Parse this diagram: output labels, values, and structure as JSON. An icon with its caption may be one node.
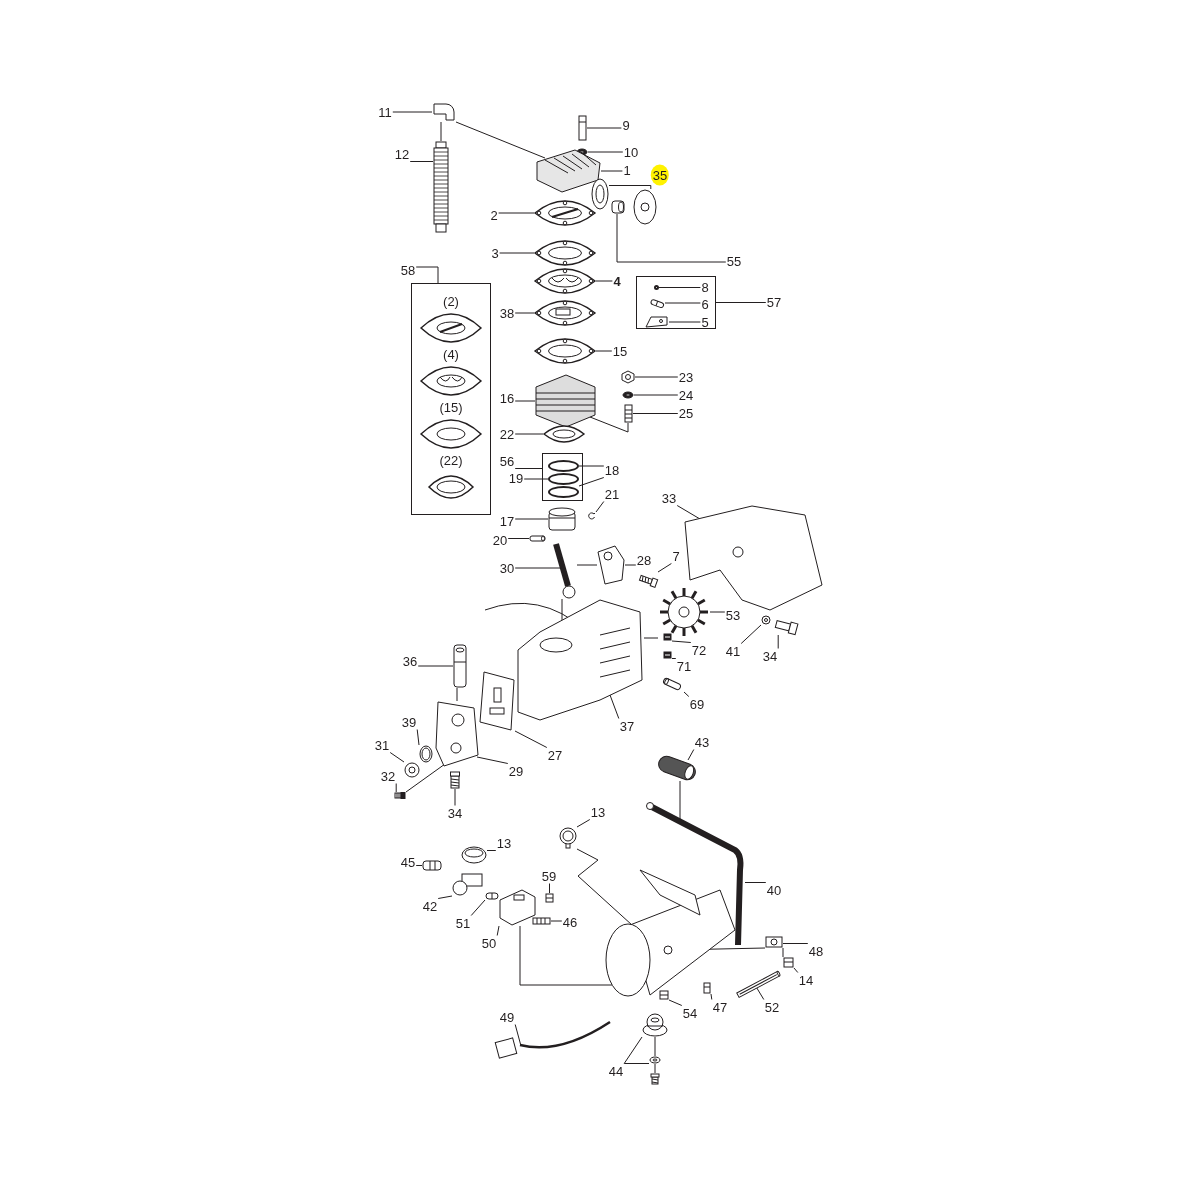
{
  "diagram": {
    "nodes": [
      {
        "text": [
          "11"
        ]
      },
      {
        "text": [
          "12"
        ]
      },
      {
        "text": [
          "9"
        ]
      },
      {
        "text": [
          "10"
        ]
      },
      {
        "text": [
          "1"
        ]
      },
      {
        "text": [
          "35"
        ]
      },
      {
        "text": [
          "2"
        ]
      },
      {
        "text": [
          "3"
        ]
      },
      {
        "text": [
          "4"
        ]
      },
      {
        "text": [
          "55"
        ]
      },
      {
        "text": [
          "58"
        ]
      },
      {
        "text": [
          "(2)",
          "(4)",
          "(15)",
          "(22)"
        ]
      },
      {
        "text": [
          "38"
        ]
      },
      {
        "text": [],
        "shape": "box"
      },
      {
        "text": [
          "8"
        ],
        "in": 13
      },
      {
        "text": [
          "6"
        ],
        "in": 13
      },
      {
        "text": [
          "5"
        ],
        "in": 13
      },
      {
        "text": [
          "57"
        ]
      },
      {
        "text": [
          "15"
        ]
      },
      {
        "text": [
          "23"
        ]
      },
      {
        "text": [
          "24"
        ]
      },
      {
        "text": [
          "25"
        ]
      },
      {
        "text": [
          "16"
        ]
      },
      {
        "text": [
          "22"
        ]
      },
      {
        "text": [
          "56"
        ]
      },
      {
        "text": [],
        "shape": "box"
      },
      {
        "text": [
          "19"
        ]
      },
      {
        "text": [
          "18"
        ]
      },
      {
        "text": [
          "21"
        ]
      },
      {
        "text": [
          "17"
        ]
      },
      {
        "text": [
          "20"
        ]
      },
      {
        "text": [
          "30"
        ]
      },
      {
        "text": [
          "28"
        ]
      },
      {
        "text": [
          "7"
        ]
      },
      {
        "text": [
          "33"
        ]
      },
      {
        "text": [
          "53"
        ]
      },
      {
        "text": [
          "72"
        ]
      },
      {
        "text": [
          "71"
        ]
      },
      {
        "text": [
          "69"
        ]
      },
      {
        "text": [
          "41"
        ]
      },
      {
        "text": [
          "34"
        ]
      },
      {
        "text": [
          "36"
        ]
      },
      {
        "text": [
          "37"
        ]
      },
      {
        "text": [
          "27"
        ]
      },
      {
        "text": [
          "39"
        ]
      },
      {
        "text": [
          "31"
        ]
      },
      {
        "text": [
          "29"
        ]
      },
      {
        "text": [
          "32"
        ]
      },
      {
        "text": [
          "34"
        ]
      },
      {
        "text": [
          "43"
        ]
      },
      {
        "text": [
          "13"
        ]
      },
      {
        "text": [
          "13"
        ]
      },
      {
        "text": [
          "45"
        ]
      },
      {
        "text": [
          "59"
        ]
      },
      {
        "text": [
          "42"
        ]
      },
      {
        "text": [
          "51"
        ]
      },
      {
        "text": [
          "46"
        ]
      },
      {
        "text": [
          "50"
        ]
      },
      {
        "text": [
          "40"
        ]
      },
      {
        "text": [
          "48"
        ]
      },
      {
        "text": [
          "14"
        ]
      },
      {
        "text": [
          "52"
        ]
      },
      {
        "text": [
          "54"
        ]
      },
      {
        "text": [
          "47"
        ]
      },
      {
        "text": [
          "49"
        ]
      },
      {
        "text": [
          "44"
        ]
      },
      {
        "text": [],
        "shape": "circle",
        "in": 25
      },
      {
        "text": [],
        "shape": "circle",
        "in": 25
      },
      {
        "text": [],
        "shape": "circle",
        "in": 25
      },
      {
        "text": [],
        "shape": "picture"
      },
      {
        "text": [],
        "shape": "picture"
      },
      {
        "text": [],
        "shape": "picture"
      },
      {
        "text": [],
        "shape": "picture"
      },
      {
        "text": [],
        "shape": "picture"
      },
      {
        "text": [],
        "shape": "picture"
      },
      {
        "text": [],
        "shape": "picture"
      },
      {
        "text": [],
        "shape": "picture"
      },
      {
        "text": [],
        "shape": "picture"
      },
      {
        "text": [],
        "shape": "picture"
      },
      {
        "text": [],
        "shape": "picture"
      },
      {
        "text": [],
        "shape": "picture"
      },
      {
        "text": [],
        "shape": "circle",
        "in": 13
      },
      {
        "text": [],
        "shape": "picture",
        "in": 13
      },
      {
        "text": [],
        "shape": "picture",
        "in": 13
      },
      {
        "text": [],
        "shape": "picture"
      },
      {
        "text": [],
        "shape": "picture"
      },
      {
        "text": [],
        "shape": "picture"
      },
      {
        "text": [],
        "shape": "picture"
      },
      {
        "text": [],
        "shape": "picture"
      },
      {
        "text": [],
        "shape": "picture"
      },
      {
        "text": [],
        "shape": "picture"
      },
      {
        "text": [],
        "shape": "picture"
      },
      {
        "text": [],
        "shape": "picture"
      },
      {
        "text": [],
        "shape": "picture"
      },
      {
        "text": [],
        "shape": "picture"
      },
      {
        "text": [],
        "shape": "picture"
      },
      {
        "text": [],
        "shape": "picture"
      },
      {
        "text": [],
        "shape": "picture"
      },
      {
        "text": [],
        "shape": "picture"
      },
      {
        "text": [],
        "shape": "picture"
      },
      {
        "text": [],
        "shape": "picture"
      },
      {
        "text": [],
        "shape": "picture"
      },
      {
        "text": [],
        "shape": "picture"
      },
      {
        "text": [],
        "shape": "picture"
      },
      {
        "text": [],
        "shape": "picture"
      },
      {
        "text": [],
        "shape": "picture"
      },
      {
        "text": [],
        "shape": "picture"
      },
      {
        "text": [],
        "shape": "picture"
      },
      {
        "text": [],
        "shape": "picture"
      },
      {
        "text": [],
        "shape": "picture"
      },
      {
        "text": [],
        "shape": "picture"
      },
      {
        "text": [],
        "shape": "picture"
      },
      {
        "text": [],
        "shape": "picture"
      },
      {
        "text": [],
        "shape": "picture"
      },
      {
        "text": [],
        "shape": "picture"
      },
      {
        "text": [],
        "shape": "picture"
      },
      {
        "text": [],
        "shape": "picture"
      },
      {
        "text": [],
        "shape": "picture"
      },
      {
        "text": [],
        "shape": "picture"
      },
      {
        "text": [],
        "shape": "picture"
      },
      {
        "text": [],
        "shape": "picture"
      },
      {
        "text": [],
        "shape": "picture"
      },
      {
        "text": [],
        "shape": "picture"
      },
      {
        "text": [],
        "shape": "picture"
      },
      {
        "text": [],
        "shape": "picture"
      },
      {
        "text": [],
        "shape": "picture"
      },
      {
        "text": [],
        "shape": "picture"
      },
      {
        "text": [],
        "shape": "picture"
      },
      {
        "text": [],
        "shape": "picture"
      },
      {
        "text": [],
        "shape": "picture"
      },
      {
        "text": [],
        "shape": "picture"
      }
    ],
    "edges": [
      {
        "from": 0,
        "to": 69,
        "arrow": "none"
      },
      {
        "from": 1,
        "to": 70,
        "arrow": "none"
      },
      {
        "from": 2,
        "to": 71,
        "arrow": "none"
      },
      {
        "from": 3,
        "to": 72,
        "arrow": "none"
      },
      {
        "from": 4,
        "to": 73,
        "arrow": "none"
      },
      {
        "from": 5,
        "to": 74,
        "arrow": "none"
      },
      {
        "from": 5,
        "to": 75,
        "arrow": "none"
      },
      {
        "from": 6,
        "to": 76,
        "arrow": "none"
      },
      {
        "from": 7,
        "to": 77,
        "arrow": "none"
      },
      {
        "from": 8,
        "to": 78,
        "arrow": "none"
      },
      {
        "from": 9,
        "to": 80,
        "arrow": "none"
      },
      {
        "from": 10,
        "to": 11,
        "arrow": "none"
      },
      {
        "from": 12,
        "to": 79,
        "arrow": "none"
      },
      {
        "from": 14,
        "to": 81,
        "arrow": "none"
      },
      {
        "from": 15,
        "to": 82,
        "arrow": "none"
      },
      {
        "from": 16,
        "to": 83,
        "arrow": "none"
      },
      {
        "from": 17,
        "to": 13,
        "arrow": "none"
      },
      {
        "from": 18,
        "to": 84,
        "arrow": "none"
      },
      {
        "from": 19,
        "to": 85,
        "arrow": "none"
      },
      {
        "from": 20,
        "to": 86,
        "arrow": "none"
      },
      {
        "from": 21,
        "to": 87,
        "arrow": "none"
      },
      {
        "from": 22,
        "to": 88,
        "arrow": "none"
      },
      {
        "from": 23,
        "to": 89,
        "arrow": "none"
      },
      {
        "from": 24,
        "to": 25,
        "arrow": "none"
      },
      {
        "from": 26,
        "to": 67,
        "arrow": "none"
      },
      {
        "from": 27,
        "to": 66,
        "arrow": "none"
      },
      {
        "from": 27,
        "to": 68,
        "arrow": "none"
      },
      {
        "from": 28,
        "to": 90,
        "arrow": "none"
      },
      {
        "from": 29,
        "to": 91,
        "arrow": "none"
      },
      {
        "from": 30,
        "to": 92,
        "arrow": "none"
      },
      {
        "from": 31,
        "to": 93,
        "arrow": "none"
      },
      {
        "from": 32,
        "to": 94,
        "arrow": "none"
      },
      {
        "from": 33,
        "to": 95,
        "arrow": "none"
      },
      {
        "from": 34,
        "to": 96,
        "arrow": "none"
      },
      {
        "from": 35,
        "to": 97,
        "arrow": "none"
      },
      {
        "from": 36,
        "to": 98,
        "arrow": "none"
      },
      {
        "from": 37,
        "to": 99,
        "arrow": "none"
      },
      {
        "from": 38,
        "to": 100,
        "arrow": "none"
      },
      {
        "from": 39,
        "to": 101,
        "arrow": "none"
      },
      {
        "from": 40,
        "to": 102,
        "arrow": "none"
      },
      {
        "from": 41,
        "to": 103,
        "arrow": "none"
      },
      {
        "from": 42,
        "to": 104,
        "arrow": "none"
      },
      {
        "from": 43,
        "to": 105,
        "arrow": "none"
      },
      {
        "from": 44,
        "to": 106,
        "arrow": "none"
      },
      {
        "from": 45,
        "to": 107,
        "arrow": "none"
      },
      {
        "from": 46,
        "to": 108,
        "arrow": "none"
      },
      {
        "from": 47,
        "to": 109,
        "arrow": "none"
      },
      {
        "from": 48,
        "to": 110,
        "arrow": "none"
      },
      {
        "from": 49,
        "to": 111,
        "arrow": "none"
      },
      {
        "from": 50,
        "to": 112,
        "arrow": "none"
      },
      {
        "from": 51,
        "to": 113,
        "arrow": "none"
      },
      {
        "from": 52,
        "to": 114,
        "arrow": "none"
      },
      {
        "from": 53,
        "to": 115,
        "arrow": "none"
      },
      {
        "from": 54,
        "to": 116,
        "arrow": "none"
      },
      {
        "from": 55,
        "to": 117,
        "arrow": "none"
      },
      {
        "from": 56,
        "to": 118,
        "arrow": "none"
      },
      {
        "from": 57,
        "to": 119,
        "arrow": "none"
      },
      {
        "from": 58,
        "to": 120,
        "arrow": "none"
      },
      {
        "from": 59,
        "to": 121,
        "arrow": "none"
      },
      {
        "from": 60,
        "to": 122,
        "arrow": "none"
      },
      {
        "from": 61,
        "to": 123,
        "arrow": "none"
      },
      {
        "from": 62,
        "to": 124,
        "arrow": "none"
      },
      {
        "from": 63,
        "to": 125,
        "arrow": "none"
      },
      {
        "from": 64,
        "to": 126,
        "arrow": "none"
      },
      {
        "from": 65,
        "to": 127,
        "arrow": "none"
      },
      {
        "from": 65,
        "to": 128,
        "arrow": "none"
      },
      {
        "from": 69,
        "to": 73,
        "arrow": "none"
      },
      {
        "from": 69,
        "to": 70,
        "arrow": "none"
      },
      {
        "from": 87,
        "to": 88,
        "arrow": "none"
      },
      {
        "from": 93,
        "to": 94,
        "arrow": "none"
      },
      {
        "from": 93,
        "to": 104,
        "arrow": "none"
      },
      {
        "from": 97,
        "to": 104,
        "arrow": "none"
      },
      {
        "from": 103,
        "to": 108,
        "arrow": "none"
      },
      {
        "from": 109,
        "to": 108,
        "arrow": "none"
      },
      {
        "from": 112,
        "to": 130,
        "arrow": "none"
      },
      {
        "from": 119,
        "to": 130,
        "arrow": "none"
      },
      {
        "from": 111,
        "to": 120,
        "arrow": "none"
      },
      {
        "from": 127,
        "to": 128,
        "arrow": "none"
      },
      {
        "from": 128,
        "to": 129,
        "arrow": "none"
      },
      {
        "from": 130,
        "to": 121,
        "arrow": "none"
      },
      {
        "from": 121,
        "to": 122,
        "arrow": "none"
      }
    ]
  }
}
